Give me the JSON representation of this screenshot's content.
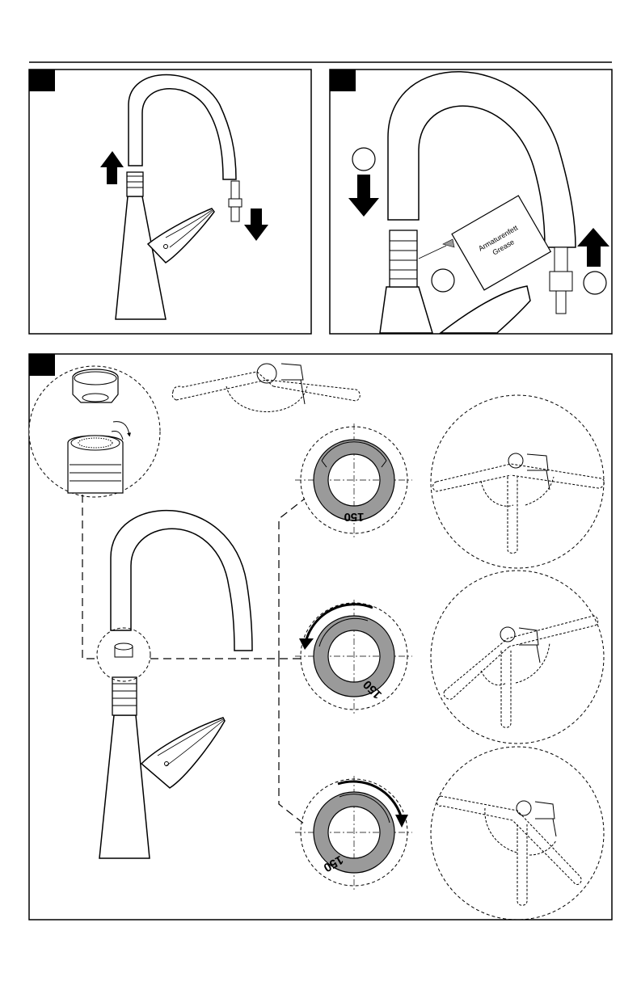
{
  "steps": [
    {
      "id": "step-1",
      "badge": ""
    },
    {
      "id": "step-2",
      "badge": "",
      "callouts": [
        "",
        "",
        ""
      ]
    },
    {
      "id": "step-3",
      "badge": ""
    }
  ],
  "grease_packet": {
    "line1": "Armaturenfett",
    "line2": "Grease"
  },
  "rotation_rings": [
    {
      "label": "150",
      "arrow": "none"
    },
    {
      "label": "150",
      "arrow": "counter-clockwise"
    },
    {
      "label": "150",
      "arrow": "clockwise"
    }
  ],
  "colors": {
    "ink": "#000000",
    "ring_fill": "#9a9a9a",
    "background": "#ffffff"
  }
}
